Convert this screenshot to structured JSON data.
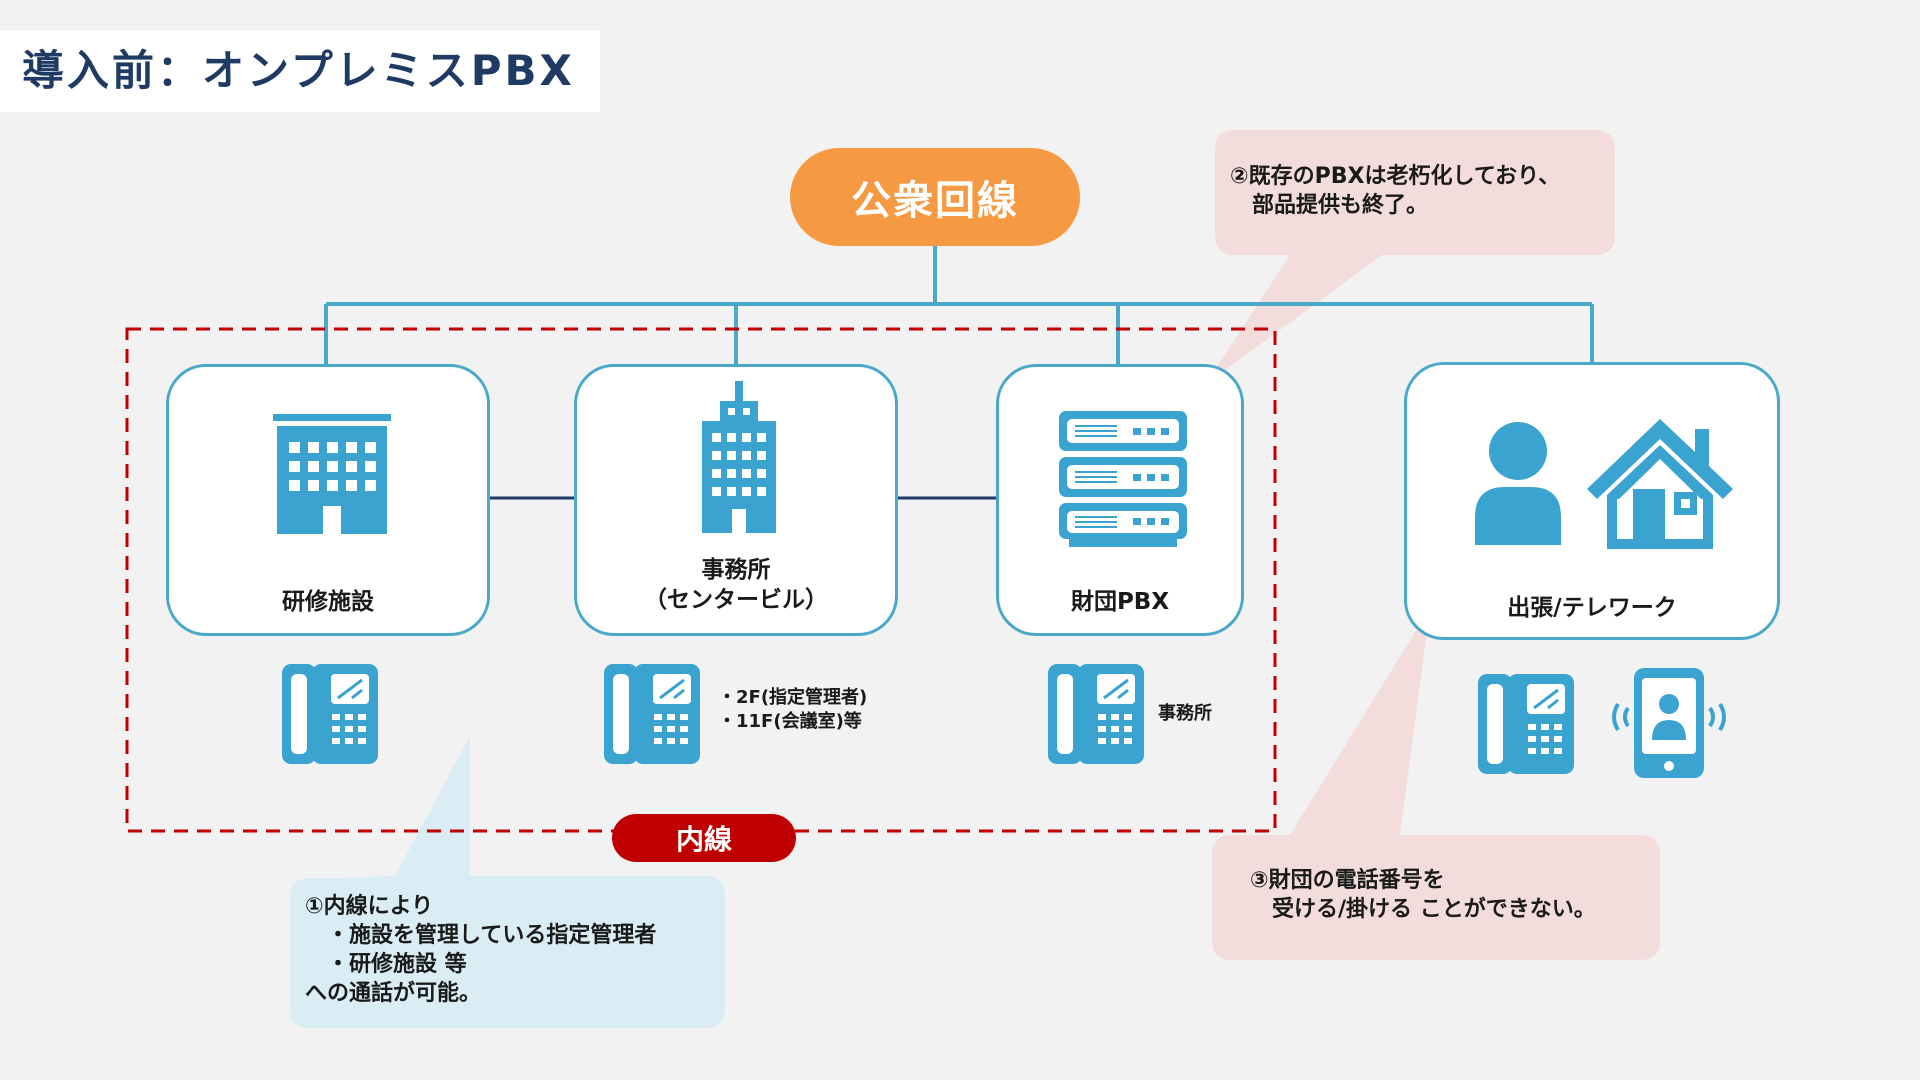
{
  "title": "導入前：オンプレミスPBX",
  "public_line": "公衆回線",
  "extension_label": "内線",
  "nodes": {
    "training": {
      "label": "研修施設"
    },
    "office": {
      "label_line1": "事務所",
      "label_line2": "（センタービル）"
    },
    "pbx": {
      "label": "財団PBX"
    },
    "remote": {
      "label": "出張/テレワーク"
    }
  },
  "phone_notes": {
    "office_lines": [
      "・2F(指定管理者)",
      "・11F(会議室)等"
    ],
    "pbx": "事務所"
  },
  "callouts": {
    "c1": {
      "lines": [
        "①内線により",
        "　・施設を管理している指定管理者",
        "　・研修施設 等",
        "への通話が可能。"
      ]
    },
    "c2": {
      "lines": [
        "②既存のPBXは老朽化しており、",
        "　部品提供も終了。"
      ]
    },
    "c3": {
      "lines": [
        "③財団の電話番号を",
        "　受ける/掛ける ことができない。"
      ]
    }
  },
  "colors": {
    "line_blue": "#4aa8c8",
    "icon_blue": "#3aa3cf",
    "navy": "#1f3b63",
    "orange": "#f59a42",
    "red": "#c00000",
    "callout_blue": "#daedf4",
    "callout_pink": "#f3dcdc"
  },
  "icons": [
    "building-icon",
    "office-tower-icon",
    "server-rack-icon",
    "person-icon",
    "house-icon",
    "desk-phone-icon",
    "smartphone-icon"
  ]
}
